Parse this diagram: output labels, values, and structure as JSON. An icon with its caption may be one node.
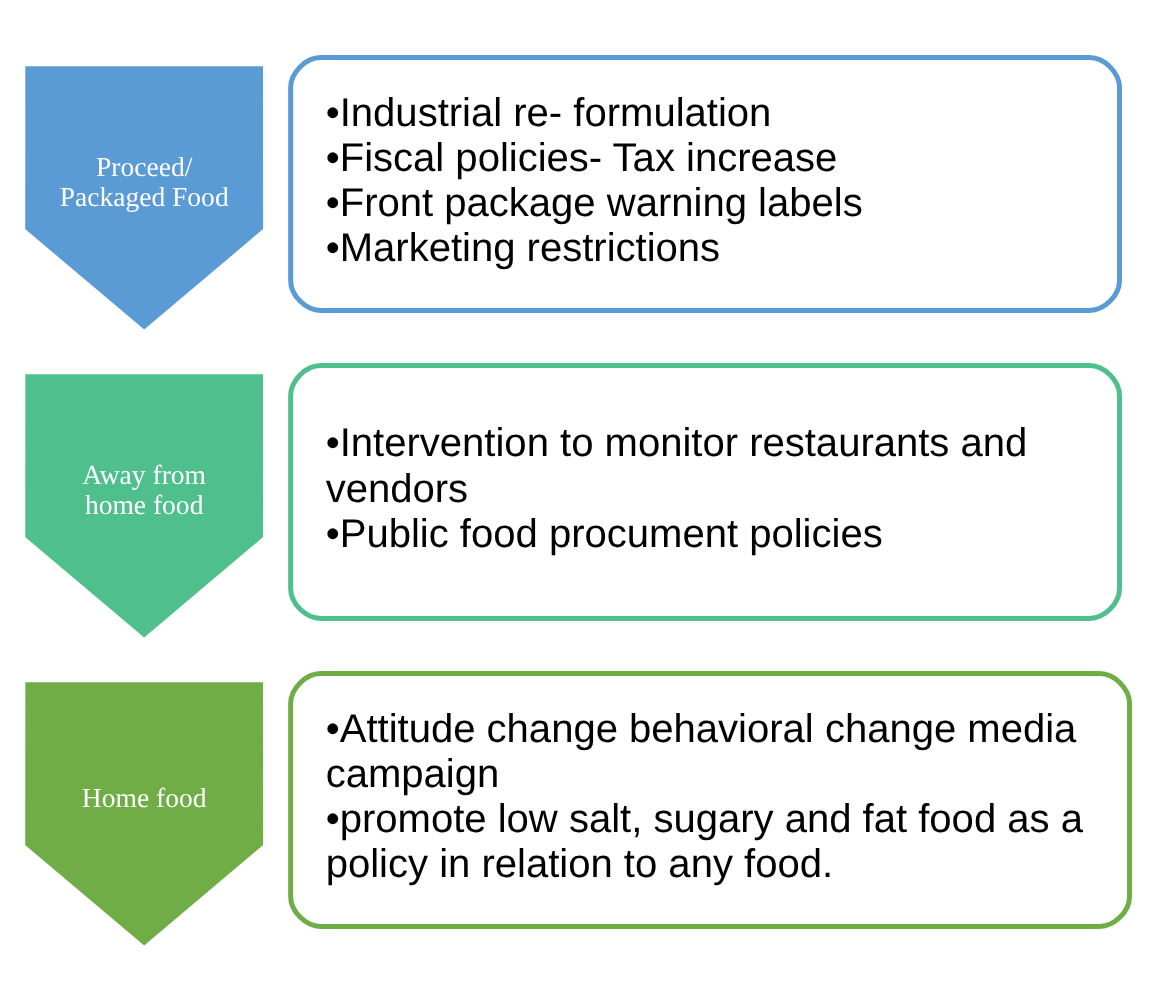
{
  "diagram": {
    "nodes": [
      {
        "text": [
          "Proceed/ Packaged Food"
        ]
      },
      {
        "text": [
          "•Industrial re- formulation",
          "•Fiscal policies- Tax increase",
          "•Front package warning labels",
          "•Marketing restrictions"
        ]
      },
      {
        "text": [
          "Away from home food"
        ]
      },
      {
        "text": [
          "•Intervention to monitor restaurants and vendors",
          "•Public food procument policies"
        ]
      },
      {
        "text": [
          "Home food"
        ]
      },
      {
        "text": [
          "•Attitude change behavioral change media campaign",
          "•promote low salt, sugary and fat food as a policy in relation to any food."
        ]
      }
    ],
    "edges": []
  }
}
